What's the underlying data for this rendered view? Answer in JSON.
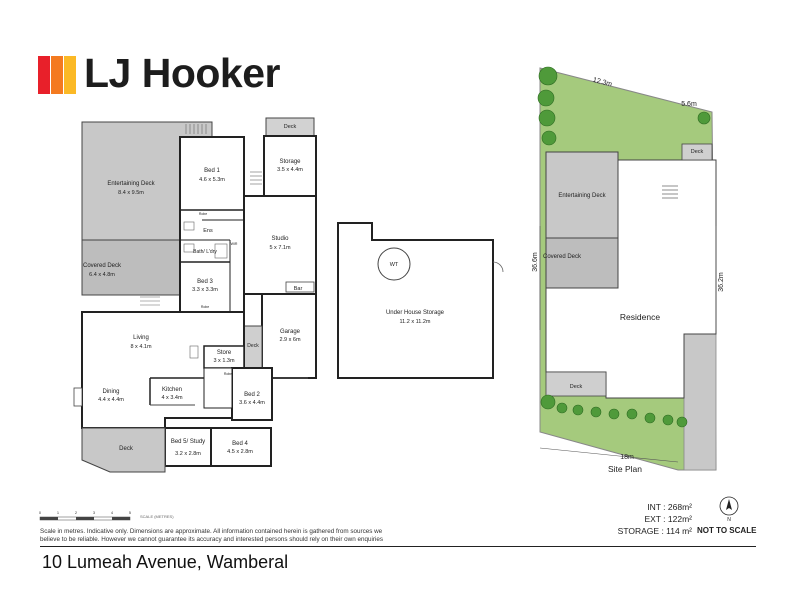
{
  "brand": {
    "name": "LJ Hooker",
    "colors": [
      "#e8202a",
      "#f47a20",
      "#fbb926"
    ]
  },
  "floor_plan": {
    "rooms": [
      {
        "id": "entertaining_deck",
        "name": "Entertaining Deck",
        "size": "8.4 x 9.5m"
      },
      {
        "id": "covered_deck",
        "name": "Covered Deck",
        "size": "6.4 x 4.8m"
      },
      {
        "id": "bed1",
        "name": "Bed 1",
        "size": "4.6 x 5.3m"
      },
      {
        "id": "storage",
        "name": "Storage",
        "size": "3.5 x 4.4m"
      },
      {
        "id": "ens",
        "name": "Ens"
      },
      {
        "id": "bath",
        "name": "Bath/ L'dry"
      },
      {
        "id": "studio",
        "name": "Studio",
        "size": "5 x 7.1m"
      },
      {
        "id": "bar",
        "name": "Bar"
      },
      {
        "id": "bed3",
        "name": "Bed 3",
        "size": "3.3 x 3.3m"
      },
      {
        "id": "living",
        "name": "Living",
        "size": "8 x 4.1m"
      },
      {
        "id": "store",
        "name": "Store",
        "size": "3 x 1.3m"
      },
      {
        "id": "garage",
        "name": "Garage",
        "size": "2.9 x 6m"
      },
      {
        "id": "dining",
        "name": "Dining",
        "size": "4.4 x 4.4m"
      },
      {
        "id": "kitchen",
        "name": "Kitchen",
        "size": "4 x 3.4m"
      },
      {
        "id": "bed2",
        "name": "Bed 2",
        "size": "3.6 x 4.4m"
      },
      {
        "id": "bed5",
        "name": "Bed 5/ Study",
        "size": "3.2 x 2.8m"
      },
      {
        "id": "bed4",
        "name": "Bed 4",
        "size": "4.5 x 2.8m"
      }
    ],
    "deck_labels": [
      "Deck",
      "Deck",
      "Deck"
    ],
    "robe_labels": [
      "Robe",
      "Robe",
      "Robe"
    ],
    "wir_label": "WIR"
  },
  "under_house": {
    "name": "Under House Storage",
    "size": "11.2 x 11.2m",
    "wt_label": "WT"
  },
  "site_plan": {
    "title": "Site Plan",
    "residence_label": "Residence",
    "entertaining_deck_label": "Entertaining Deck",
    "covered_deck_label": "Covered Deck",
    "deck_labels": [
      "Deck",
      "Deck"
    ],
    "dimensions": [
      "12.3m",
      "5.6m",
      "36.6m",
      "36.2m",
      "18m"
    ]
  },
  "stats": {
    "int": "INT : 268m²",
    "ext": "EXT : 122m²",
    "storage": "STORAGE : 114 m²"
  },
  "not_to_scale": "NOT TO SCALE",
  "north_label": "N",
  "scale_bar": {
    "ticks": [
      "0",
      "1",
      "2",
      "3",
      "4",
      "5"
    ],
    "label": "SCALE (METRES)"
  },
  "disclaimer": "Scale in metres. Indicative only. Dimensions are approximate. All information contained herein is gathered from sources we believe to be reliable. However we cannot guarantee its accuracy and interested persons should rely on their own enquiries",
  "address": "10 Lumeah Avenue, Wamberal"
}
